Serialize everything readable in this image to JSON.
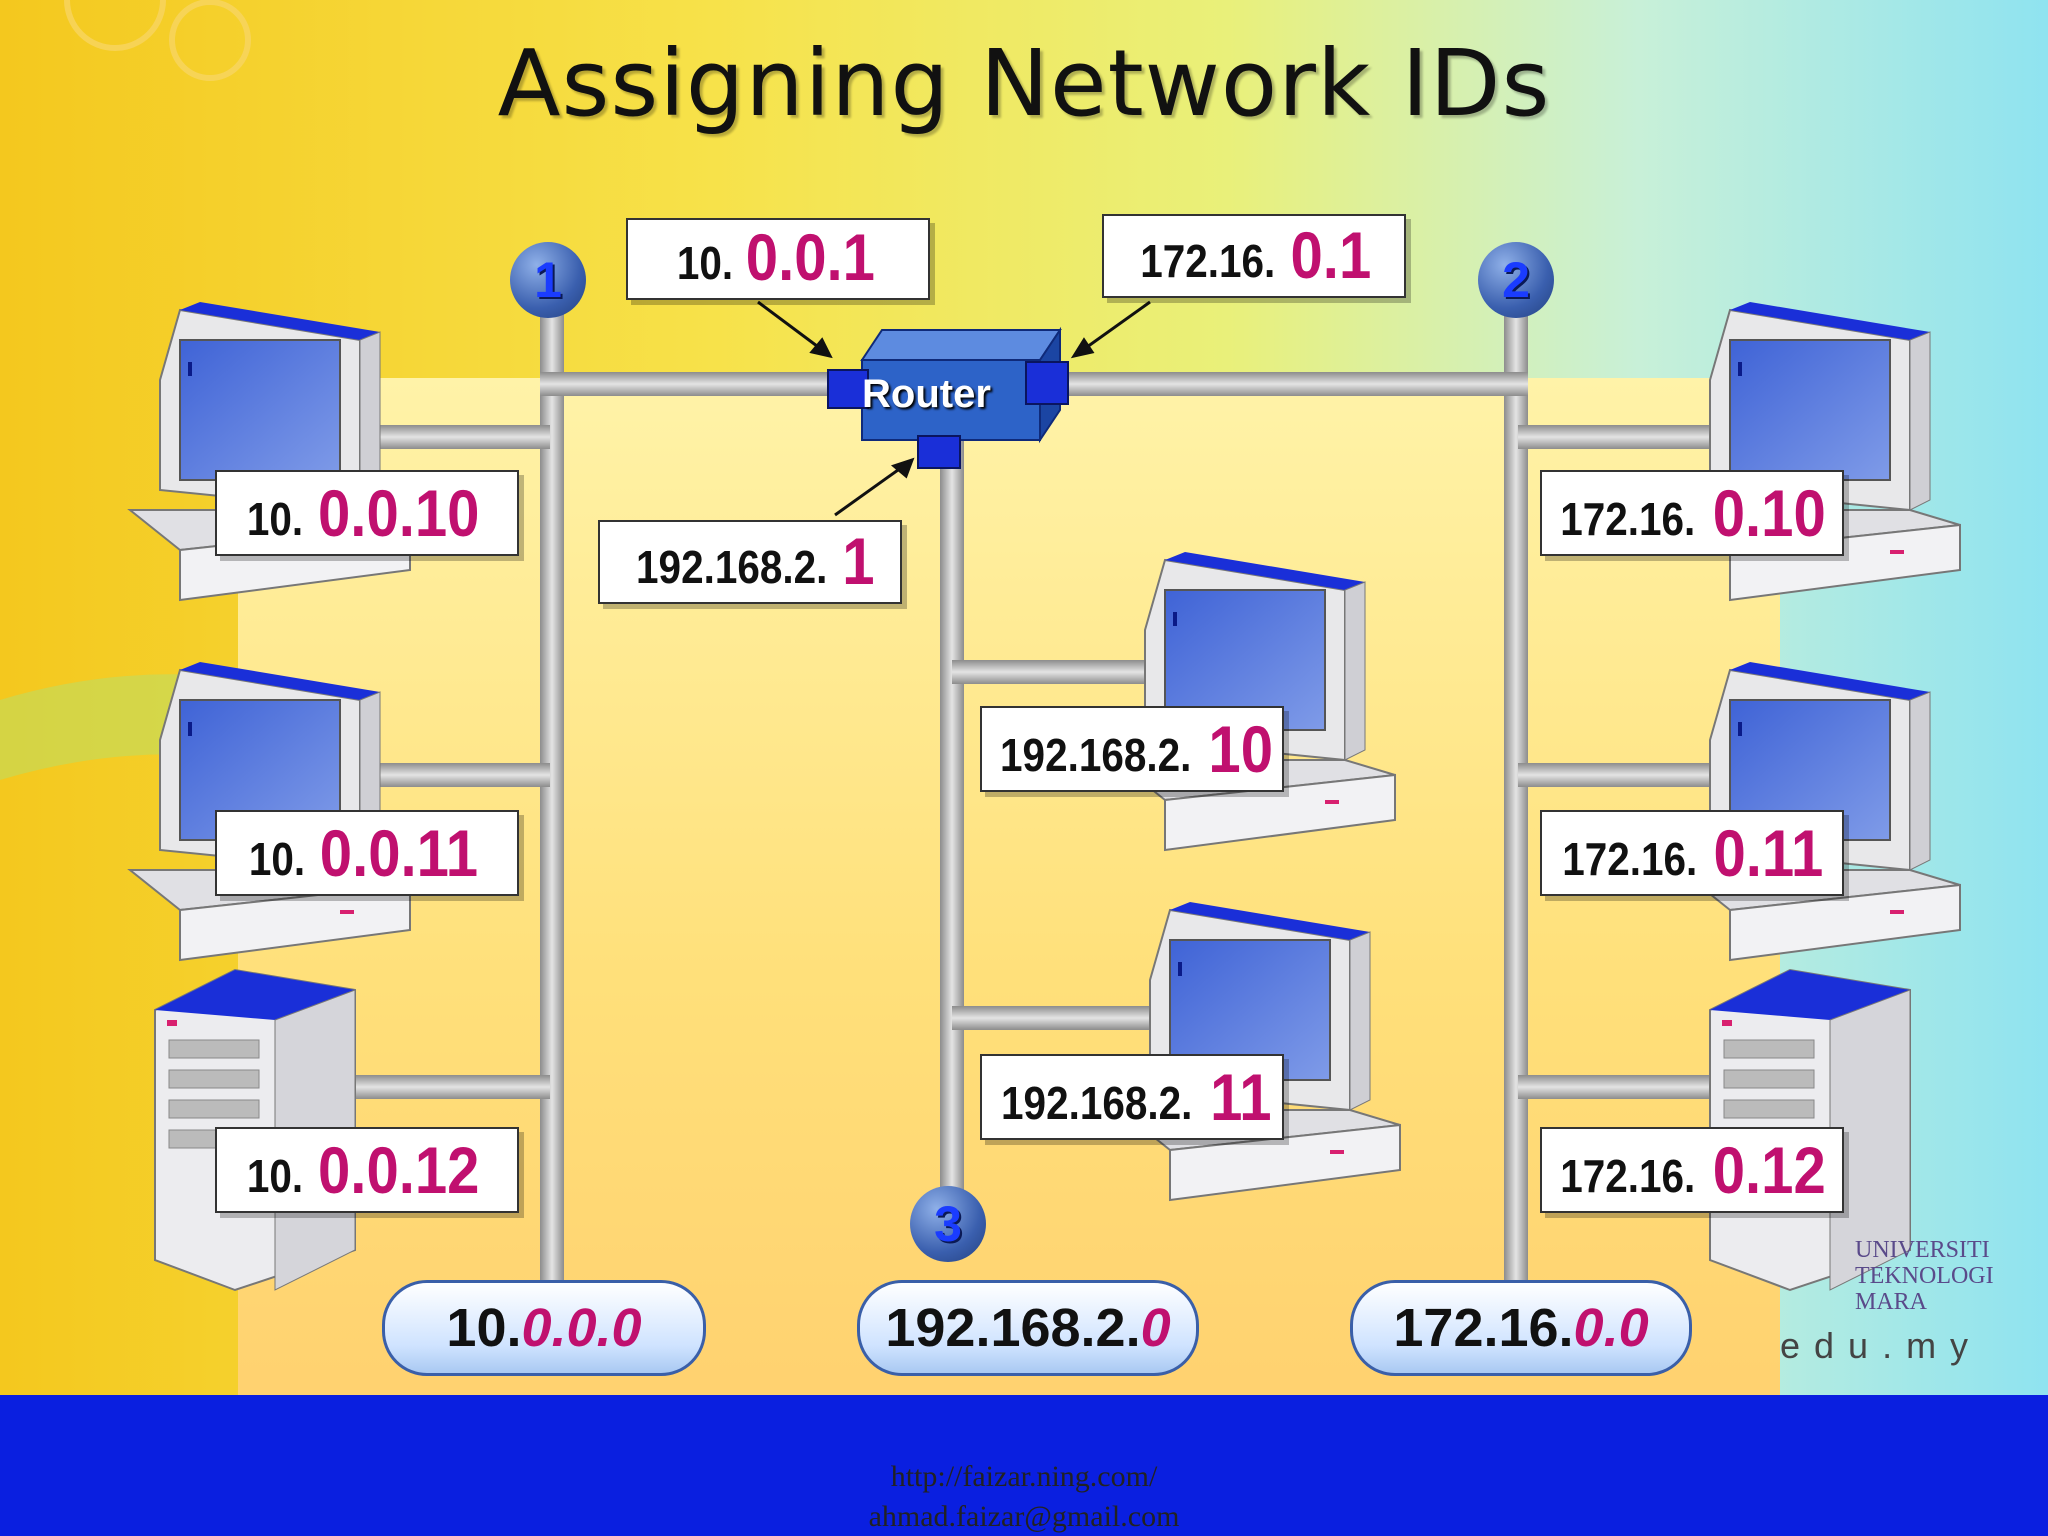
{
  "slide": {
    "title": "Assigning Network IDs",
    "router_label": "Router",
    "footer_url": "http://faizar.ning.com/",
    "footer_email": "ahmad.faizar@gmail.com",
    "logo_lines": [
      "UNIVERSITI",
      "TEKNOLOGI",
      "MARA"
    ],
    "logo_domain": "edu.my"
  },
  "badges": [
    "1",
    "2",
    "3"
  ],
  "router_interfaces": [
    {
      "prefix": "10.",
      "host": "0.0.1"
    },
    {
      "prefix": "172.16. ",
      "host": "0.1"
    },
    {
      "prefix": "192.168.2.",
      "host": "1"
    }
  ],
  "network_1_hosts": [
    {
      "prefix": "10.",
      "host": "0.0.10"
    },
    {
      "prefix": "10.",
      "host": "0.0.11"
    },
    {
      "prefix": "10.",
      "host": "0.0.12"
    }
  ],
  "network_2_hosts": [
    {
      "prefix": "172.16. ",
      "host": "0.10"
    },
    {
      "prefix": "172.16. ",
      "host": "0.11"
    },
    {
      "prefix": "172.16. ",
      "host": "0.12"
    }
  ],
  "network_3_hosts": [
    {
      "prefix": "192.168.2.",
      "host": "10"
    },
    {
      "prefix": "192.168.2.",
      "host": "11"
    }
  ],
  "network_ids": [
    {
      "prefix": "10.",
      "host": "0.0.0"
    },
    {
      "prefix": "192.168.2.",
      "host": "0"
    },
    {
      "prefix": "172.16.",
      "host": "0.0"
    }
  ],
  "colors": {
    "host_part": "#c0106f",
    "badge": "#3a5fae",
    "router": "#2d63c8",
    "footer_bar": "#0a1fe0"
  }
}
